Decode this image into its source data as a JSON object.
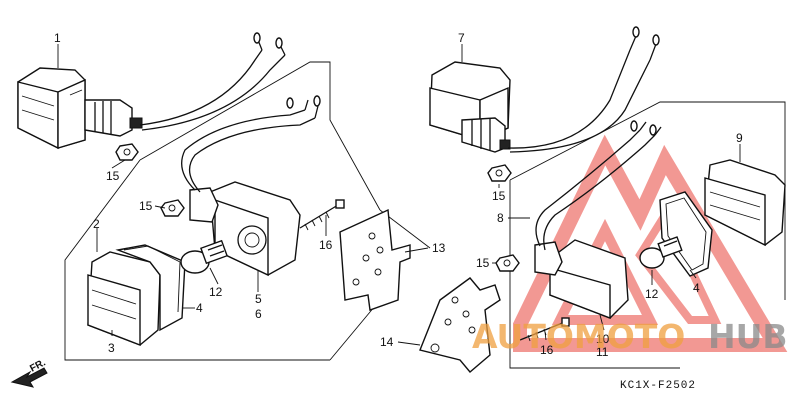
{
  "diagram": {
    "callouts": {
      "c1": "1",
      "c2": "2",
      "c3": "3",
      "c4a": "4",
      "c4b": "4",
      "c5": "5",
      "c6": "6",
      "c7": "7",
      "c8": "8",
      "c9": "9",
      "c10": "10",
      "c11": "11",
      "c12a": "12",
      "c12b": "12",
      "c13": "13",
      "c14": "14",
      "c15a": "15",
      "c15b": "15",
      "c15c": "15",
      "c15d": "15",
      "c16a": "16",
      "c16b": "16"
    },
    "figure_code": "KC1X-F2502",
    "direction_label": "FR.",
    "watermark": {
      "brand_part1": "AUTOMOTO",
      "brand_part2": "HUB",
      "color_red": "#e8453c",
      "color_orange": "#f0a040",
      "color_gray": "#8a8a8a"
    }
  }
}
